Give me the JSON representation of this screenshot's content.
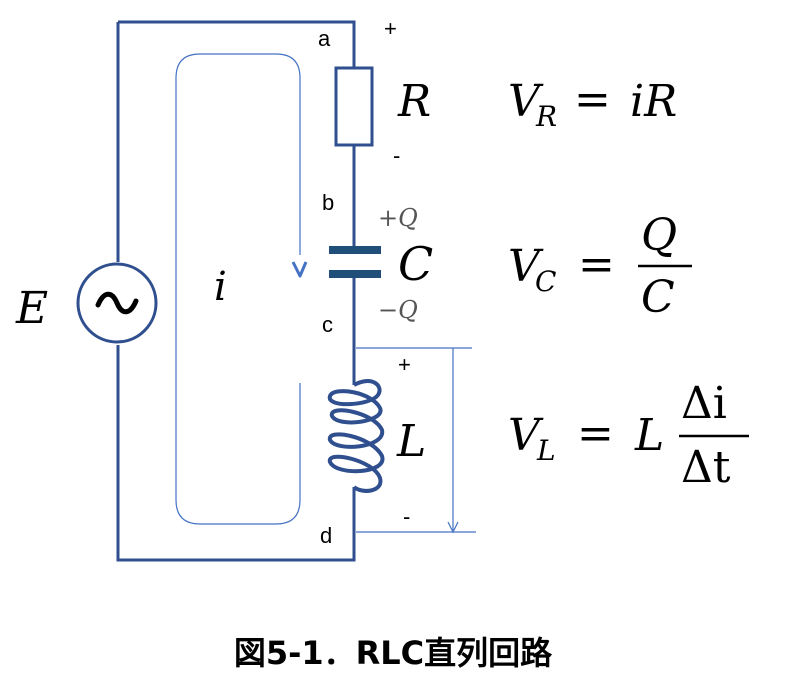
{
  "circuit": {
    "source_symbol": "E",
    "current_symbol": "i",
    "nodes": {
      "a": "a",
      "b": "b",
      "c": "c",
      "d": "d"
    },
    "resistor": {
      "symbol": "R",
      "plus": "+",
      "minus": "-"
    },
    "capacitor": {
      "symbol": "C",
      "plus_charge": "+Q",
      "minus_charge": "−Q"
    },
    "inductor": {
      "symbol": "L",
      "plus": "+",
      "minus": "-"
    }
  },
  "equations": {
    "resistor": {
      "lhs": "V",
      "sub": "R",
      "eq": "=",
      "rhs": "iR"
    },
    "capacitor": {
      "lhs": "V",
      "sub": "C",
      "eq": "=",
      "num": "Q",
      "den": "C"
    },
    "inductor": {
      "lhs": "V",
      "sub": "L",
      "eq": "=",
      "coef": "L",
      "num": "Δi",
      "den": "Δt"
    }
  },
  "caption": "図5-1．RLC直列回路",
  "colors": {
    "wire": "#2f4f8f",
    "capacitor": "#1f4e79",
    "arrow": "#4472c4"
  }
}
